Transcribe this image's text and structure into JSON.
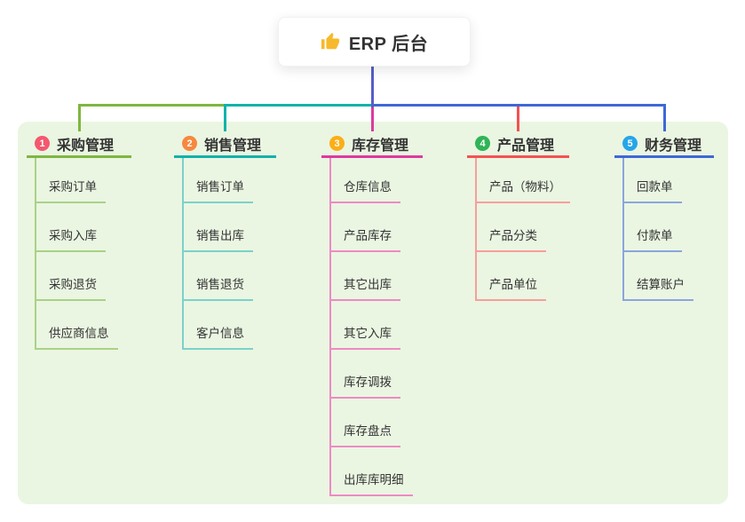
{
  "root": {
    "label": "ERP 后台",
    "icon": "thumbs-up-icon",
    "line_color": "#565ec9"
  },
  "panel": {
    "bg_color": "#eaf6e2"
  },
  "branches": [
    {
      "badge": "1",
      "label": "采购管理",
      "badge_color": "#f4586e",
      "line_color": "#7eb73f",
      "light_color": "#a9d285",
      "items": [
        "采购订单",
        "采购入库",
        "采购退货",
        "供应商信息"
      ]
    },
    {
      "badge": "2",
      "label": "销售管理",
      "badge_color": "#f7883e",
      "line_color": "#12b2aa",
      "light_color": "#7cd1ca",
      "items": [
        "销售订单",
        "销售出库",
        "销售退货",
        "客户信息"
      ]
    },
    {
      "badge": "3",
      "label": "库存管理",
      "badge_color": "#fbae17",
      "line_color": "#dd3a9e",
      "light_color": "#ee8ac4",
      "items": [
        "仓库信息",
        "产品库存",
        "其它出库",
        "其它入库",
        "库存调拨",
        "库存盘点",
        "出库库明细"
      ]
    },
    {
      "badge": "4",
      "label": "产品管理",
      "badge_color": "#2fb457",
      "line_color": "#f35252",
      "light_color": "#f89e9b",
      "items": [
        "产品（物料）",
        "产品分类",
        "产品单位"
      ]
    },
    {
      "badge": "5",
      "label": "财务管理",
      "badge_color": "#27a5e8",
      "line_color": "#3d68d8",
      "light_color": "#8ca5dd",
      "items": [
        "回款单",
        "付款单",
        "结算账户"
      ]
    }
  ]
}
